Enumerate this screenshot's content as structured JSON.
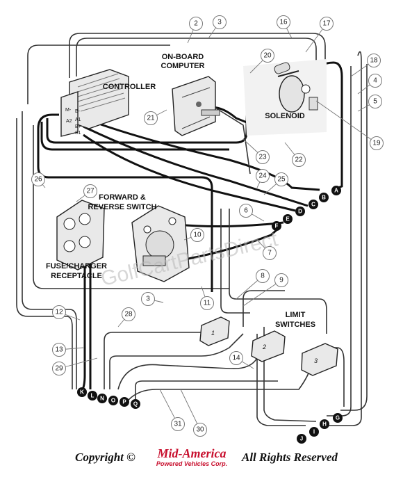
{
  "labels": {
    "onboard_computer": [
      "ON-BOARD",
      "COMPUTER"
    ],
    "controller": "CONTROLLER",
    "solenoid": "SOLENOID",
    "fr_switch": [
      "FORWARD &",
      "REVERSE SWITCH"
    ],
    "fuse_charger": [
      "FUSE/CHARGER",
      "RECEPTACLE"
    ],
    "limit_switches": [
      "LIMIT",
      "SWITCHES"
    ]
  },
  "controller_pins": [
    "M-",
    "B-",
    "A2",
    "A1",
    "B+",
    "S1"
  ],
  "limit_switch_numbers": [
    "1",
    "2",
    "3"
  ],
  "callouts": [
    "2",
    "3",
    "16",
    "17",
    "18",
    "4",
    "5",
    "19",
    "20",
    "21",
    "22",
    "23",
    "24",
    "25",
    "26",
    "27",
    "6",
    "7",
    "10",
    "8",
    "9",
    "11",
    "3",
    "28",
    "12",
    "13",
    "29",
    "14",
    "31",
    "30"
  ],
  "terminals": [
    "A",
    "B",
    "C",
    "D",
    "E",
    "F",
    "K",
    "L",
    "N",
    "O",
    "P",
    "Q",
    "G",
    "H",
    "I",
    "J"
  ],
  "watermark": "GolfCartPartsDirect",
  "footer": {
    "copyright": "Copyright ©",
    "logo_name": "Mid-America",
    "logo_sub": "Powered Vehicles Corp.",
    "rights": "All Rights Reserved"
  },
  "colors": {
    "ink": "#111111",
    "logo_red": "#c8102e",
    "watermark": "#b8b8b8"
  }
}
